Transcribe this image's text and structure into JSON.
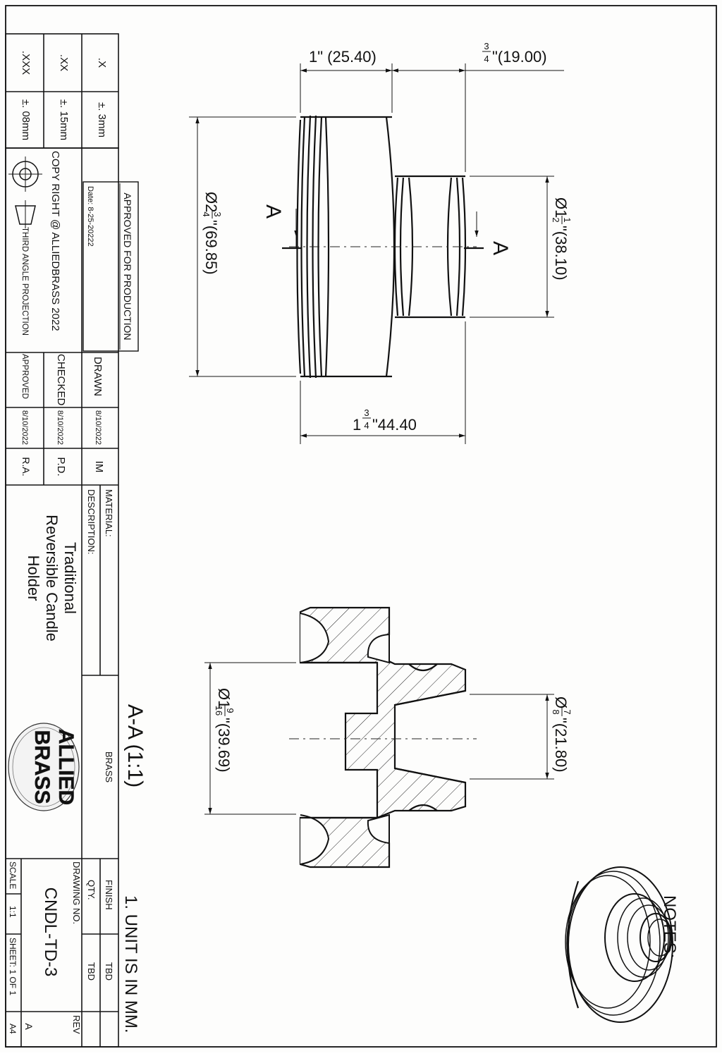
{
  "tolerances": [
    {
      "precision": ".X",
      "value": "±. 3mm"
    },
    {
      "precision": ".XX",
      "value": "±. 15mm"
    },
    {
      "precision": ".XXX",
      "value": "±. 08mm"
    }
  ],
  "approval_stamp": {
    "title": "APPROVED FOR PRODUCTION",
    "date": "Date: 8-25-20222"
  },
  "copyright": "COPY RIGHT @ ALLIEDBRASS 2022",
  "projection": "THIRD ANGLE PROJECTION",
  "signoffs": [
    {
      "role": "DRAWN",
      "date": "8/10/2022",
      "initials": "IM"
    },
    {
      "role": "CHECKED",
      "date": "8/10/2022",
      "initials": "P.D."
    },
    {
      "role": "APPROVED",
      "date": "8/10/2022",
      "initials": "R.A."
    }
  ],
  "material_label": "MATERIAL:",
  "material_value": "BRASS",
  "description_label": "DESCRIPTION:",
  "description_lines": [
    "Traditional",
    "Reversible Candle",
    "Holder"
  ],
  "finish_label": "FINISH",
  "finish_value": "TBD",
  "qty_label": "QTY.",
  "qty_value": "TBD",
  "drawing_no_label": "DRAWING NO.",
  "drawing_no": "CNDL-TD-3",
  "rev_label": "REV",
  "rev_value": "A",
  "scale_label": "SCALE",
  "scale_value": "1:1",
  "sheet_value": "SHEET: 1 OF 1",
  "paper_size": "A4",
  "logo_text": [
    "ALLIED",
    "BRASS"
  ],
  "section_title": "A-A (1:1)",
  "notes_title": "NOTES:",
  "notes": [
    "1. UNIT IS IN MM."
  ],
  "front_view": {
    "dim_top_left": "1\" (25.40)",
    "dim_top_right": {
      "fraction": "3/4",
      "text": "\"(19.00)"
    },
    "dim_bottom": {
      "whole": "1",
      "fraction": "3/4",
      "text": "\"44.40"
    },
    "dim_large_dia": {
      "prefix": "Ø2",
      "fraction": "3/4",
      "text": "\"(69.85)"
    },
    "dim_small_dia": {
      "prefix": "Ø1",
      "fraction": "1/2",
      "text": "\"(38.10)"
    },
    "section_marker": "A"
  },
  "section_view": {
    "dim_bore_dia": {
      "prefix": "Ø1",
      "fraction": "9/16",
      "text": "\"(39.69)"
    },
    "dim_taper_dia": {
      "prefix": "Ø",
      "fraction": "7/8",
      "text": "\"(21.80)"
    }
  }
}
